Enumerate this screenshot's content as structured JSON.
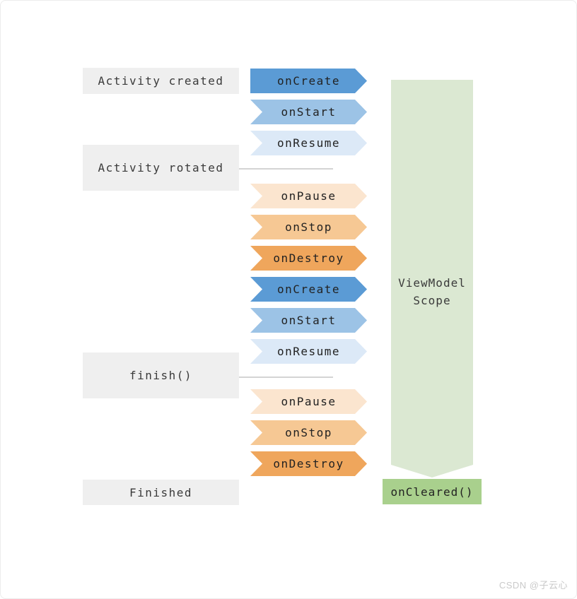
{
  "page": {
    "watermark": "CSDN @子云心"
  },
  "stages": [
    {
      "label": "Activity created"
    },
    {
      "label": "Activity rotated"
    },
    {
      "label": "finish()"
    },
    {
      "label": "Finished"
    }
  ],
  "arrows": [
    {
      "label": "onCreate",
      "color": "#5B9BD5",
      "notched": false
    },
    {
      "label": "onStart",
      "color": "#9CC3E6",
      "notched": true
    },
    {
      "label": "onResume",
      "color": "#DCE9F7",
      "notched": true
    },
    {
      "label": "onPause",
      "color": "#FBE5CF",
      "notched": true
    },
    {
      "label": "onStop",
      "color": "#F6C894",
      "notched": true
    },
    {
      "label": "onDestroy",
      "color": "#EFA65C",
      "notched": true
    },
    {
      "label": "onCreate",
      "color": "#5B9BD5",
      "notched": true
    },
    {
      "label": "onStart",
      "color": "#9CC3E6",
      "notched": true
    },
    {
      "label": "onResume",
      "color": "#DCE9F7",
      "notched": true
    },
    {
      "label": "onPause",
      "color": "#FBE5CF",
      "notched": true
    },
    {
      "label": "onStop",
      "color": "#F6C894",
      "notched": true
    },
    {
      "label": "onDestroy",
      "color": "#EFA65C",
      "notched": true
    }
  ],
  "viewmodel": {
    "scope_label_line1": "ViewModel",
    "scope_label_line2": "Scope",
    "scope_color": "#DBE8D2",
    "cleared_label": "onCleared()",
    "cleared_color": "#A9D08D"
  },
  "colors": {
    "stage_box_bg": "#EFEFEF",
    "connector_line": "#D4D4D4",
    "text": "#3A3A3A"
  }
}
